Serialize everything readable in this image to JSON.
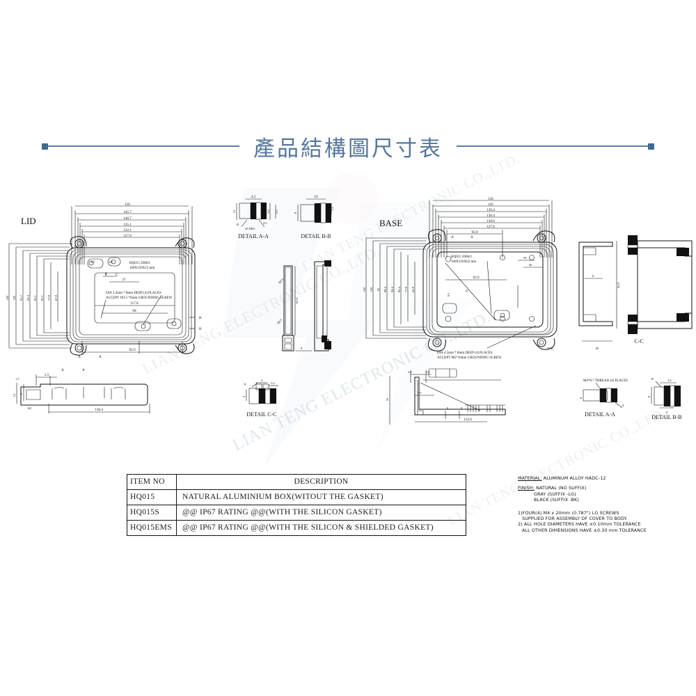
{
  "header": {
    "title": "產品結構圖尺寸表",
    "rule_color": "#5c7fa3",
    "cap_color": "#3f6a93"
  },
  "watermark": {
    "text": "LIAN TENG ELECTRONIC CO.,LTD."
  },
  "views": {
    "lid_label": "LID",
    "base_label": "BASE",
    "section_cc_label": "C-C",
    "detail_aa_label": "DETAIL A-A",
    "detail_bb_label": "DETAIL B-B",
    "detail_cc_label": "DETAIL C-C",
    "detail_aa_label_2": "DETAIL A-A",
    "detail_bb_label_2": "DETAIL B-B"
  },
  "annotations": {
    "lid_hole_note_1": "DIA 3.2mm * 8mm DEEP (4) PLACES",
    "lid_hole_note_2": "ACCEPT NO.5 *6mm GROUNDING SCREW",
    "base_hole_note_1": "DIA 4.5mm * 8mm DEEP (4) PLACES",
    "base_hole_note_2": "ACCEPT M5*10mm GROUNDING SCREW",
    "thread_note": "M4*0.7 THREAD (4) PLACES",
    "lid_stamp_1": "HQ015 2008/2",
    "lid_stamp_2": "100X150X15 mm",
    "base_stamp_1": "HQ015 2008/2",
    "base_stamp_2": "100X150X63 mm"
  },
  "dimensions": {
    "lid_horizontal": [
      "150",
      "145.7",
      "140.7",
      "135.1",
      "132.1",
      "127.8"
    ],
    "lid_vertical": [
      "100",
      "100",
      "95.7",
      "90.4",
      "85.1",
      "82.1",
      "77.8",
      "67.8"
    ],
    "lid_inner": [
      "117.8",
      "98",
      "93.9",
      "37",
      "8",
      "10",
      "10"
    ],
    "lid_section": [
      "1.5",
      "1.5",
      "12",
      "3",
      "2.5",
      "138.4",
      "R2"
    ],
    "base_horizontal": [
      "150",
      "145",
      "139.4",
      "136.4",
      "130.6",
      "127.6",
      "93.9"
    ],
    "base_vertical": [
      "100",
      "100",
      "95",
      "88.4",
      "84.4",
      "80.4",
      "77.8",
      "62.8"
    ],
    "base_inner": [
      "63.9",
      "32",
      "30",
      "66",
      "9.5",
      "60",
      "62.8"
    ],
    "base_section": [
      "50",
      "7.5",
      "8",
      "8",
      "132.6",
      "2.8",
      "3.2"
    ],
    "detail_aa": [
      "4.2",
      "12",
      "2.6",
      "0.5",
      "4.5",
      "R",
      "45 DEG"
    ],
    "detail_bb": [
      "10",
      "3.2",
      "8",
      "R"
    ],
    "detail_cc": [
      "4",
      "3.2",
      "4",
      "R"
    ],
    "detail_aa2": [
      "6",
      "8",
      "R"
    ],
    "detail_bb2": [
      "3.2",
      "8",
      "8",
      "R"
    ]
  },
  "table": {
    "columns": [
      "ITEM NO",
      "DESCRIPTION"
    ],
    "rows": [
      {
        "item": "HQ015",
        "description": "NATURAL  ALUMINIUM BOX(WITOUT  THE  GASKET)"
      },
      {
        "item": "HQ015S",
        "description": "@@  IP67  RATING  @@(WITH  THE  SILICON  GASKET)"
      },
      {
        "item": "HQ015EMS",
        "description": "@@  IP67  RATING  @@(WITH  THE   SILICON  &  SHIELDED  GASKET)"
      }
    ]
  },
  "notes": {
    "material_label": "MATERIAL:",
    "material_value": "ALUMINUM ALLOY HADC-12",
    "finish_label": "FINISH:",
    "finish_lines": [
      "NATURAL (NO SUFFIX)",
      "GRAY (SUFFIX -LG)",
      "BLACK (SUFFIX -BK)"
    ],
    "numbered": [
      "1)FOUR(4) M4 x 20mm (0.787\") LG SCREWS",
      "SUPPLIED FOR ASSEMBLY OF COVER TO BODY.",
      "2) ALL HOLE DIAMETERS HAVE ±0.10mm TOLERANCE",
      "ALL OTHER DIMENSIONS HAVE ±0.30 mm TOLERANCE"
    ]
  }
}
